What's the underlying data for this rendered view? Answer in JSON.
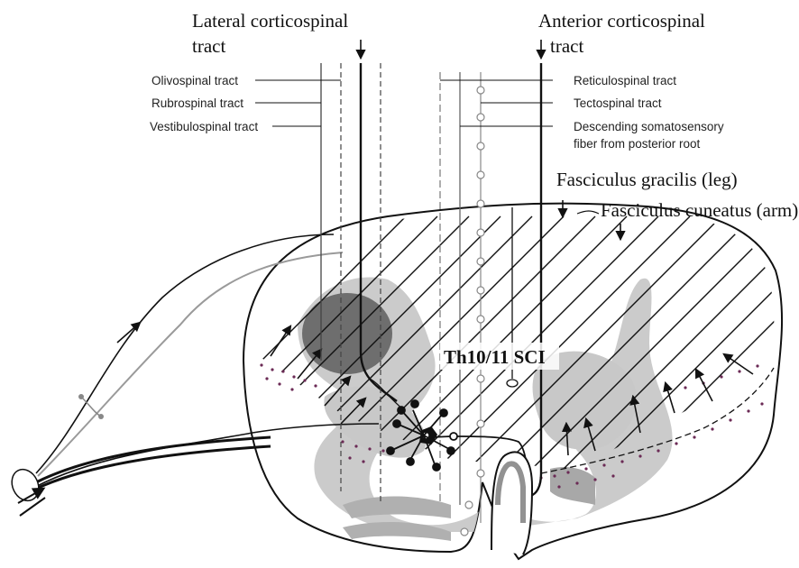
{
  "labels": {
    "lateral_cs_line1": "Lateral corticospinal",
    "lateral_cs_line2": "tract",
    "anterior_cs_line1": "Anterior corticospinal",
    "anterior_cs_line2": "tract",
    "olivospinal": "Olivospinal tract",
    "rubrospinal": "Rubrospinal tract",
    "vestibulospinal": "Vestibulospinal tract",
    "reticulospinal": "Reticulospinal tract",
    "tectospinal": "Tectospinal tract",
    "descending_somato_line1": "Descending somatosensory",
    "descending_somato_line2": "fiber from posterior root",
    "fasc_gracilis": "Fasciculus gracilis (leg)",
    "fasc_cuneatus": "Fasciculus cuneatus (arm)",
    "lesion": "Th10/11 SCI"
  },
  "colors": {
    "white_matter": "#ffffff",
    "gray_matter": "#c8c8c8",
    "nucleus": "#6e6e6e",
    "ink": "#111111",
    "dots": "#6b2a55"
  }
}
